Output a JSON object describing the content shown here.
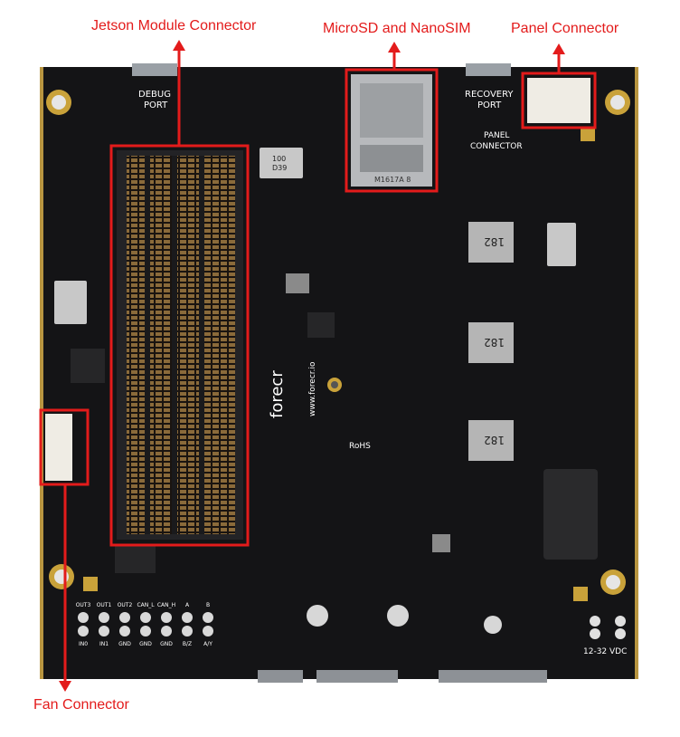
{
  "callouts": {
    "jetson": "Jetson Module Connector",
    "microsd": "MicroSD and NanoSIM",
    "panel": "Panel Connector",
    "fan": "Fan Connector"
  },
  "silkscreen": {
    "debug_1": "DEBUG",
    "debug_2": "PORT",
    "recovery_1": "RECOVERY",
    "recovery_2": "PORT",
    "panel_1": "PANEL",
    "panel_2": "CONNECTOR",
    "brand": "forecr",
    "url": "www.forecr.io",
    "rohs": "RoHS",
    "voltage": "12-32 VDC",
    "sd_part": "M1617A 8",
    "cap_1": "100",
    "cap_2": "D39",
    "inductor": "182",
    "io_top": [
      "OUT3",
      "OUT1",
      "OUT2",
      "CAN_L",
      "CAN_H",
      "A",
      "B"
    ],
    "io_bottom": [
      "IN0",
      "IN1",
      "GND",
      "GND",
      "GND",
      "B/Z",
      "A/Y"
    ]
  },
  "colors": {
    "callout": "#e31b1b",
    "pcb": "#141416",
    "silk": "#ffffff",
    "gold": "#c9a23a"
  }
}
